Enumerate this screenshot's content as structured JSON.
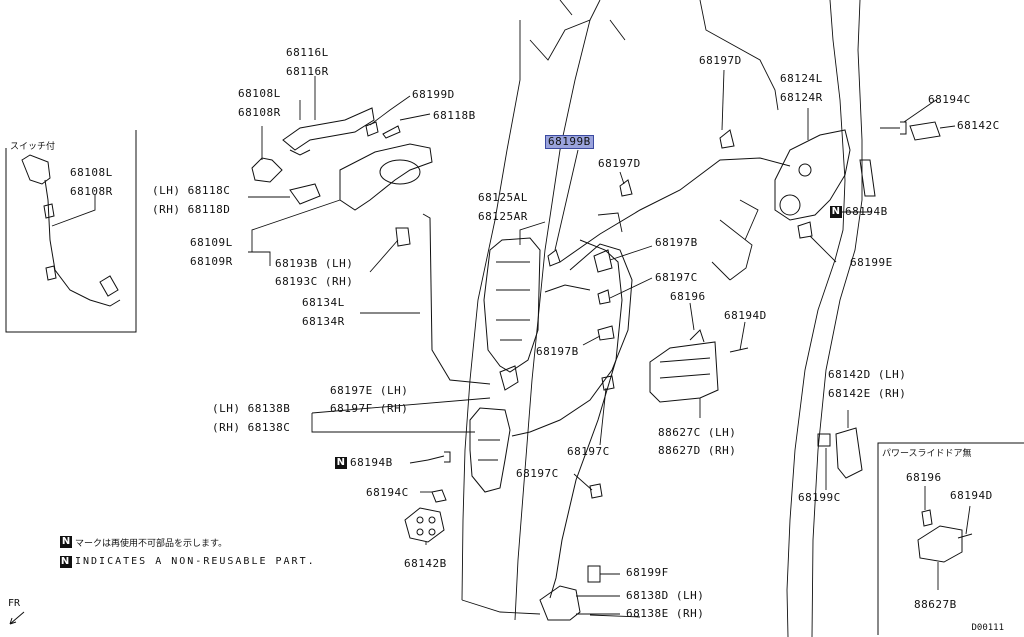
{
  "diagram": {
    "inset_switch_title": "スイッチ付",
    "inset_power_title": "パワースライドドア無",
    "legend_jp": "マークは再使用不可部品を示します。",
    "legend_en": "INDICATES A NON-REUSABLE PART.",
    "legend_badge": "N",
    "diagram_code": "D00111",
    "direction": "FR",
    "colors": {
      "highlight": "#9aa3dc",
      "line": "#111111"
    },
    "parts": [
      {
        "id": "68116L",
        "text": "68116L"
      },
      {
        "id": "68116R",
        "text": "68116R"
      },
      {
        "id": "68108L",
        "text": "68108L"
      },
      {
        "id": "68108R",
        "text": "68108R"
      },
      {
        "id": "68199D",
        "text": "68199D"
      },
      {
        "id": "68118B",
        "text": "68118B"
      },
      {
        "id": "68118C",
        "text": "(LH) 68118C"
      },
      {
        "id": "68118D",
        "text": "(RH) 68118D"
      },
      {
        "id": "68109L",
        "text": "68109L"
      },
      {
        "id": "68109R",
        "text": "68109R"
      },
      {
        "id": "68193B",
        "text": "68193B (LH)"
      },
      {
        "id": "68193C",
        "text": "68193C (RH)"
      },
      {
        "id": "68134L",
        "text": "68134L"
      },
      {
        "id": "68134R",
        "text": "68134R"
      },
      {
        "id": "68197E",
        "text": "68197E (LH)"
      },
      {
        "id": "68197F",
        "text": "68197F (RH)"
      },
      {
        "id": "68138B",
        "text": "(LH) 68138B"
      },
      {
        "id": "68138C",
        "text": "(RH) 68138C"
      },
      {
        "id": "68194B_left",
        "text": "68194B"
      },
      {
        "id": "68194C_left",
        "text": "68194C"
      },
      {
        "id": "68142B",
        "text": "68142B"
      },
      {
        "id": "68108L_inset",
        "text": "68108L"
      },
      {
        "id": "68108R_inset",
        "text": "68108R"
      },
      {
        "id": "68199B",
        "text": "68199B"
      },
      {
        "id": "68197D_mid",
        "text": "68197D"
      },
      {
        "id": "68125AL",
        "text": "68125AL"
      },
      {
        "id": "68125AR",
        "text": "68125AR"
      },
      {
        "id": "68197B_a",
        "text": "68197B"
      },
      {
        "id": "68197C_a",
        "text": "68197C"
      },
      {
        "id": "68196",
        "text": "68196"
      },
      {
        "id": "68194D",
        "text": "68194D"
      },
      {
        "id": "68197B_b",
        "text": "68197B"
      },
      {
        "id": "68197C_b",
        "text": "68197C"
      },
      {
        "id": "68197C_c",
        "text": "68197C"
      },
      {
        "id": "88627C",
        "text": "88627C (LH)"
      },
      {
        "id": "88627D",
        "text": "88627D (RH)"
      },
      {
        "id": "68199F",
        "text": "68199F"
      },
      {
        "id": "68138D",
        "text": "68138D (LH)"
      },
      {
        "id": "68138E",
        "text": "68138E (RH)"
      },
      {
        "id": "68197D_top",
        "text": "68197D"
      },
      {
        "id": "68124L",
        "text": "68124L"
      },
      {
        "id": "68124R",
        "text": "68124R"
      },
      {
        "id": "68194C_right",
        "text": "68194C"
      },
      {
        "id": "68142C",
        "text": "68142C"
      },
      {
        "id": "68194B_right",
        "text": "68194B"
      },
      {
        "id": "68199E",
        "text": "68199E"
      },
      {
        "id": "68142D",
        "text": "68142D (LH)"
      },
      {
        "id": "68142E",
        "text": "68142E (RH)"
      },
      {
        "id": "68199C",
        "text": "68199C"
      },
      {
        "id": "68196_inset",
        "text": "68196"
      },
      {
        "id": "68194D_inset",
        "text": "68194D"
      },
      {
        "id": "88627B",
        "text": "88627B"
      }
    ]
  }
}
